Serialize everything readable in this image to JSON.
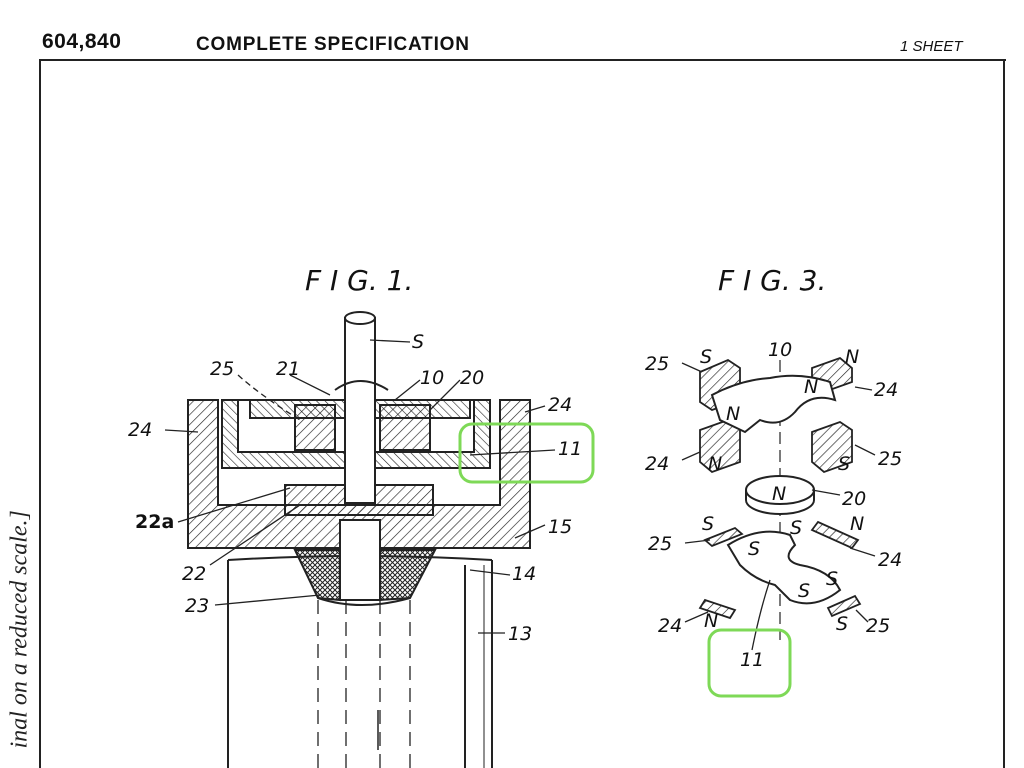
{
  "header": {
    "patent_number": "604,840",
    "title": "COMPLETE SPECIFICATION",
    "sheet": "1 SHEET"
  },
  "side_note": "inal on a reduced scale.]",
  "figures": {
    "fig1": {
      "title": "F I G. 1.",
      "labels": [
        "S",
        "25",
        "21",
        "10",
        "20",
        "24",
        "24",
        "11",
        "22a",
        "15",
        "22",
        "14",
        "23",
        "13"
      ]
    },
    "fig3": {
      "title": "F I G. 3.",
      "labels": [
        "25",
        "S",
        "10",
        "N",
        "24",
        "N",
        "N",
        "24",
        "N",
        "S",
        "25",
        "N",
        "20",
        "25",
        "S",
        "S",
        "N",
        "24",
        "S",
        "S",
        "S",
        "24",
        "N",
        "S",
        "25",
        "11"
      ]
    }
  },
  "highlights": {
    "color": "#7ed957",
    "note": "green rounded boxes around reference numeral 11"
  }
}
